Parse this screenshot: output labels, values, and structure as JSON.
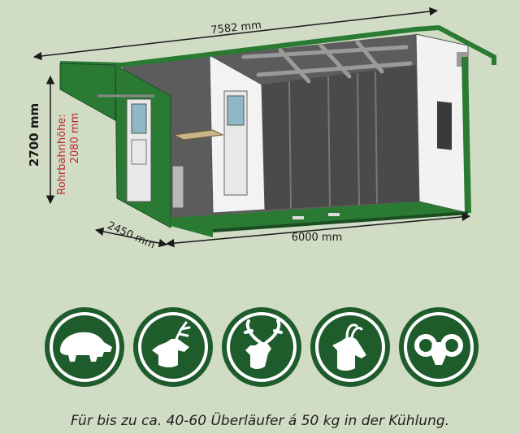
{
  "dimensions": {
    "total_length": "7582 mm",
    "height": "2700 mm",
    "rail_label": "Rohrbahnhöhe:",
    "rail_value": "2080 mm",
    "depth": "2450 mm",
    "floor_length": "6000 mm"
  },
  "icons": [
    {
      "name": "wild-boar"
    },
    {
      "name": "deer-stag"
    },
    {
      "name": "fallow-deer"
    },
    {
      "name": "chamois"
    },
    {
      "name": "mouflon"
    }
  ],
  "caption": "Für bis zu ca. 40-60 Überläufer á 50 kg in der Kühlung.",
  "colors": {
    "background": "#d0dcc4",
    "container_green": "#2a7a34",
    "icon_green": "#1f5c2c",
    "dimension_red": "#c0282d"
  }
}
